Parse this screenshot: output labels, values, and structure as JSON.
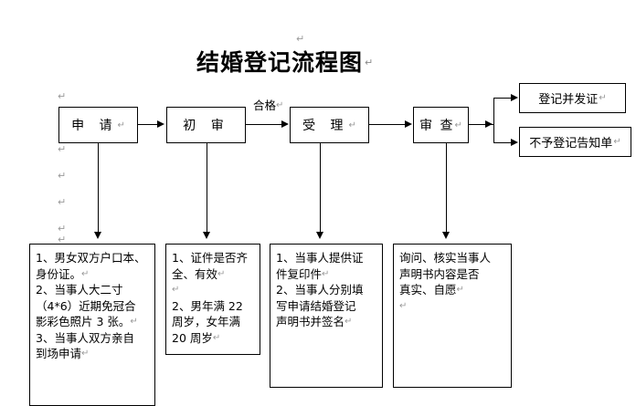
{
  "document": {
    "title": "结婚登记流程图",
    "paragraph_mark": "↵"
  },
  "stages": [
    {
      "id": "apply",
      "label": "申 请",
      "pilcrow": "↵"
    },
    {
      "id": "first-review",
      "label": "初 审",
      "pilcrow": ""
    },
    {
      "id": "accept",
      "label": "受 理",
      "pilcrow": "↵"
    },
    {
      "id": "examine",
      "label": "审 查",
      "pilcrow": "↵"
    }
  ],
  "edge_labels": {
    "qualified": "合格",
    "qualified_pilcrow": "↵"
  },
  "outcomes": [
    {
      "id": "register-issue",
      "label": "登记并发证",
      "pilcrow": "↵"
    },
    {
      "id": "refusal-notice",
      "label": "不予登记告知单",
      "pilcrow": "↵"
    }
  ],
  "details": [
    {
      "id": "apply-requirements",
      "lines": [
        "1、男女双方户口本、",
        "身份证。",
        "2、当事人大二寸",
        "（4*6）近期免冠合",
        "影彩色照片 3 张。",
        "3、当事人双方亲自",
        "到场申请"
      ]
    },
    {
      "id": "first-review-requirements",
      "lines": [
        "1、证件是否齐",
        "全、有效",
        "",
        "2、男年满 22",
        "周岁，女年满",
        "20 周岁"
      ]
    },
    {
      "id": "accept-requirements",
      "lines": [
        "1、当事人提供证",
        "件复印件",
        "2、当事人分别填",
        "写申请结婚登记",
        "声明书并签名"
      ]
    },
    {
      "id": "examine-requirements",
      "lines": [
        "询问、核实当事人",
        "声明书内容是否",
        "真实、自愿",
        ""
      ]
    }
  ],
  "margin_marks": {
    "symbol": "↵",
    "count": 6
  },
  "colors": {
    "ink": "#000000",
    "paper": "#ffffff",
    "mark": "#9a9a9a"
  }
}
